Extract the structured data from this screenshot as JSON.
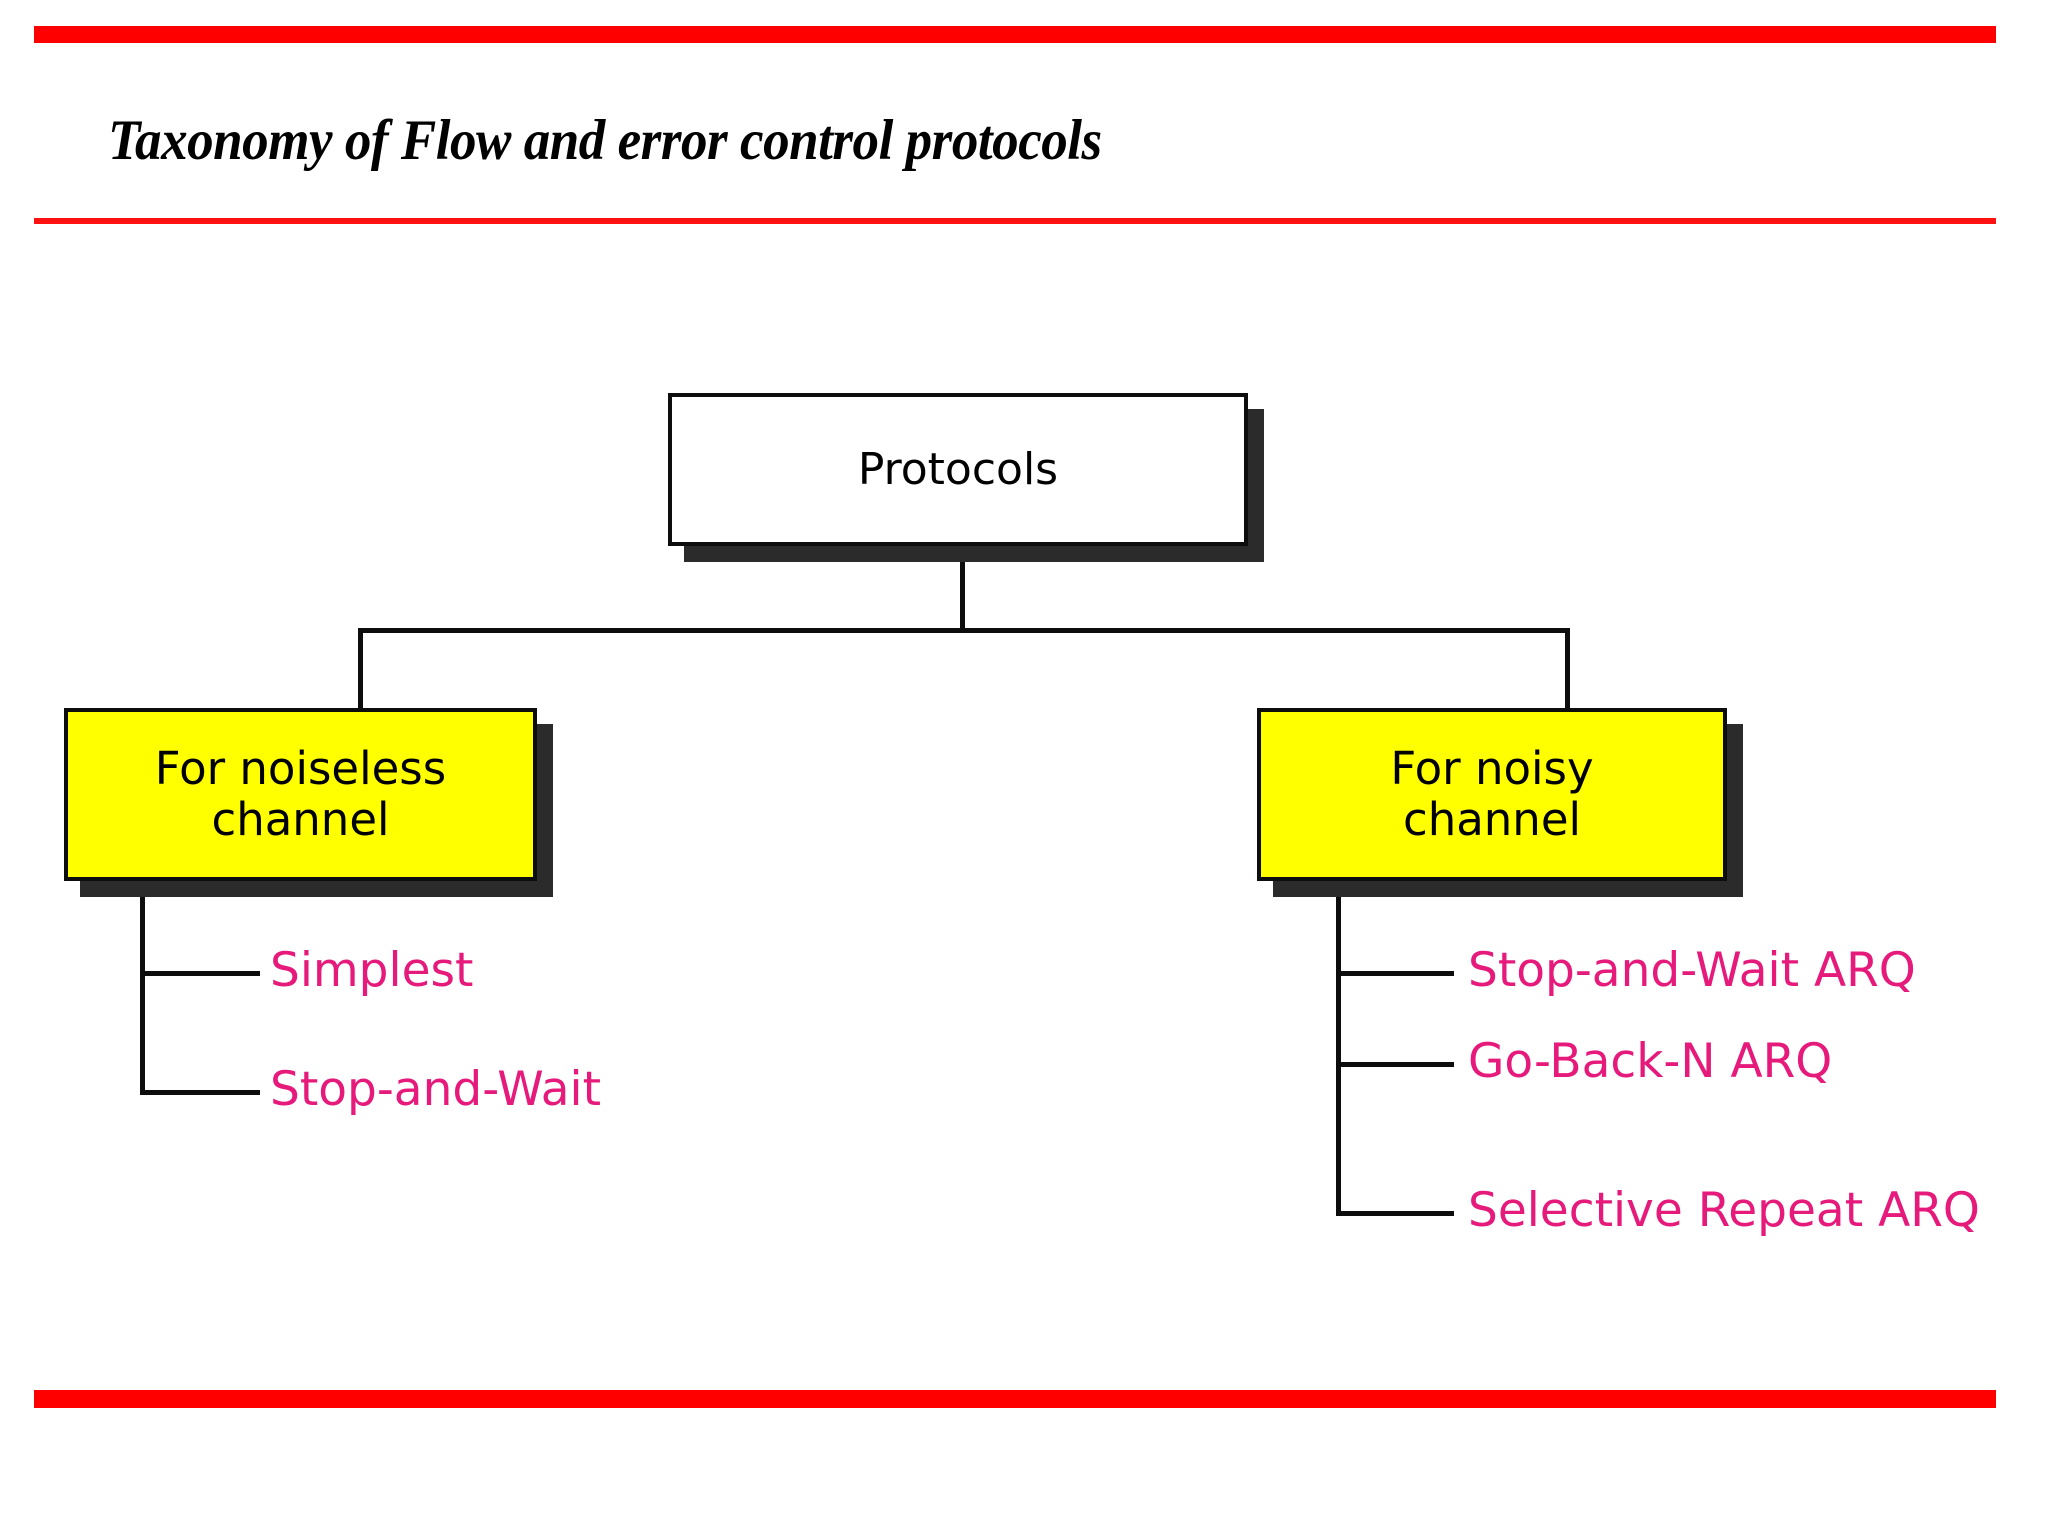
{
  "slide": {
    "title": "Taxonomy of Flow and error control protocols",
    "background_color": "#ffffff",
    "accent_rule_color": "#ff0000"
  },
  "colors": {
    "rule_red": "#ff0000",
    "node_fill_root": "#ffffff",
    "node_fill_branch": "#ffff00",
    "node_border": "#0d0d0d",
    "node_shadow": "#2b2b2b",
    "leaf_text": "#e51a7b",
    "connector": "#0d0d0d"
  },
  "chart_data": {
    "type": "tree",
    "title": "Taxonomy of Flow and error control protocols",
    "root": {
      "label": "Protocols",
      "fill": "#ffffff"
    },
    "branches": [
      {
        "label": "For noiseless channel",
        "label_line1": "For noiseless",
        "label_line2": "channel",
        "fill": "#ffff00",
        "leaves": [
          "Simplest",
          "Stop-and-Wait"
        ]
      },
      {
        "label": "For noisy channel",
        "label_line1": "For noisy",
        "label_line2": "channel",
        "fill": "#ffff00",
        "leaves": [
          "Stop-and-Wait ARQ",
          "Go-Back-N ARQ",
          "Selective Repeat ARQ"
        ]
      }
    ]
  },
  "diagram": {
    "root_label": "Protocols",
    "left_branch_label": "For noiseless\nchannel",
    "right_branch_label": "For noisy\nchannel",
    "left_leaf_1": "Simplest",
    "left_leaf_2": "Stop-and-Wait",
    "right_leaf_1": "Stop-and-Wait ARQ",
    "right_leaf_2": "Go-Back-N ARQ",
    "right_leaf_3": "Selective Repeat ARQ"
  }
}
